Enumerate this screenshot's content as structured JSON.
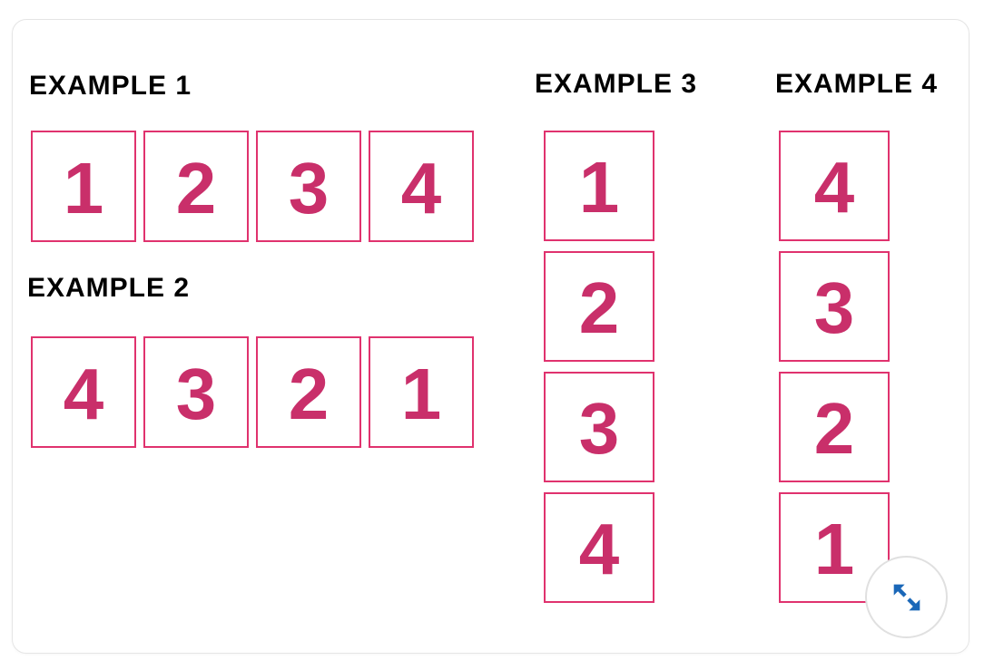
{
  "card": {
    "examples": [
      {
        "label": "EXAMPLE 1",
        "layout": "row",
        "numbers": [
          "1",
          "2",
          "3",
          "4"
        ]
      },
      {
        "label": "EXAMPLE 2",
        "layout": "row",
        "numbers": [
          "4",
          "3",
          "2",
          "1"
        ]
      },
      {
        "label": "EXAMPLE 3",
        "layout": "column",
        "numbers": [
          "1",
          "2",
          "3",
          "4"
        ]
      },
      {
        "label": "EXAMPLE 4",
        "layout": "column",
        "numbers": [
          "4",
          "3",
          "2",
          "1"
        ]
      }
    ],
    "expand_button": {
      "icon": "expand-diagonal-icon"
    }
  },
  "colors": {
    "box_border": "#e0326e",
    "number_text": "#c92f6a",
    "heading_text": "#000000",
    "card_border": "#e5e5e5",
    "arrow_blue": "#1a67b8",
    "circle_border": "#e0e0e0"
  }
}
